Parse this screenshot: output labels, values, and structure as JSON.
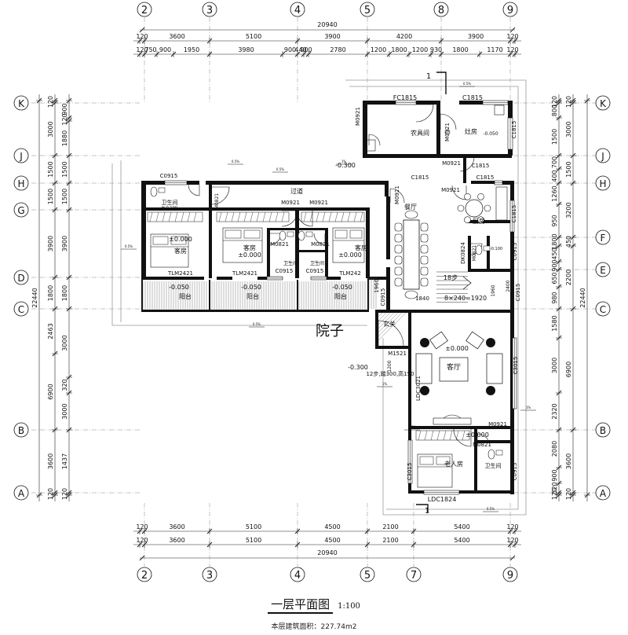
{
  "drawing": {
    "title": "一层平面图",
    "scale": "1:100",
    "area_note": "本层建筑面积：227.74m2",
    "courtyard": "院子"
  },
  "grid_top": [
    "2",
    "3",
    "4",
    "5",
    "8",
    "9"
  ],
  "grid_bottom": [
    "2",
    "3",
    "4",
    "5",
    "7",
    "9"
  ],
  "grid_left": [
    "K",
    "J",
    "H",
    "G",
    "F",
    "D",
    "E",
    "C",
    "B",
    "A"
  ],
  "dims": {
    "top_total": "20940",
    "top_row1": [
      "120",
      "3600",
      "5100",
      "3900",
      "4200",
      "3900",
      "120"
    ],
    "top_row2": [
      "120",
      "750",
      "900",
      "1950",
      "3980",
      "900",
      "440",
      "900",
      "2780",
      "1200",
      "1800",
      "1200",
      "930",
      "1800",
      "1170",
      "120"
    ],
    "bottom_row1": [
      "120",
      "3600",
      "5100",
      "4500",
      "2100",
      "5400",
      "120"
    ],
    "bottom_row2": [
      "120",
      "3600",
      "5100",
      "4500",
      "2100",
      "5400",
      "120"
    ],
    "bottom_total": "20940",
    "left_outer": [
      "120",
      "3000",
      "1500",
      "1500",
      "3900",
      "1800",
      "2463",
      "6900",
      "3000",
      "1437",
      "3600",
      "120"
    ],
    "left_inner": [
      "900",
      "120",
      "1880",
      "1500",
      "1500",
      "3900",
      "1800",
      "3000",
      "320",
      "3000",
      "120",
      "280"
    ],
    "left_total": "22440",
    "right_inner": [
      "120",
      "800",
      "1500",
      "700",
      "400",
      "1260",
      "950",
      "1800",
      "450",
      "900",
      "650",
      "980",
      "1580",
      "3000",
      "2320",
      "2080",
      "900",
      "520",
      "120"
    ],
    "right_outer": [
      "120",
      "3000",
      "1500",
      "3200",
      "450",
      "2200",
      "6900",
      "3600",
      "120"
    ],
    "right_total": "22440"
  },
  "rooms": {
    "tool_room": "农具间",
    "kitchen_top": "灶房",
    "corridor": "过道",
    "bathroom": "卫生间",
    "guest_room": "客房",
    "balcony": "阳台",
    "dining": "餐厅",
    "kitchen": "厨房",
    "foyer": "玄关",
    "living": "客厅",
    "elder_room": "老人房",
    "stairs": "18步",
    "stair_note": "12步,踏300,高150"
  },
  "labels": {
    "fc1815": "FC1815",
    "c1815": "C1815",
    "m0921": "M0921",
    "c0915": "C0915",
    "m0821": "M0821",
    "tlm2421": "TLM2421",
    "tlm242": "TLM242",
    "dk0824": "DK0824",
    "m1521": "M1521",
    "ldc3021": "LDC3021",
    "c3015": "C3015",
    "ldc1824": "LDC1824",
    "lv0": "±0.000",
    "lv_b1": "-0.050",
    "lv_out": "-0.300",
    "lv_wet": "-0.100",
    "lv_kit": "-0.050",
    "stair_formula": "8×240=1920",
    "dim_1960": "1960",
    "dim_1840": "1840",
    "dim_2400": "2400",
    "dim_1200": "1200",
    "sec_mark": "1",
    "slope": "0.5%",
    "slope2": "1%",
    "slope3": "0.3%",
    "hline": "H-0.100"
  }
}
